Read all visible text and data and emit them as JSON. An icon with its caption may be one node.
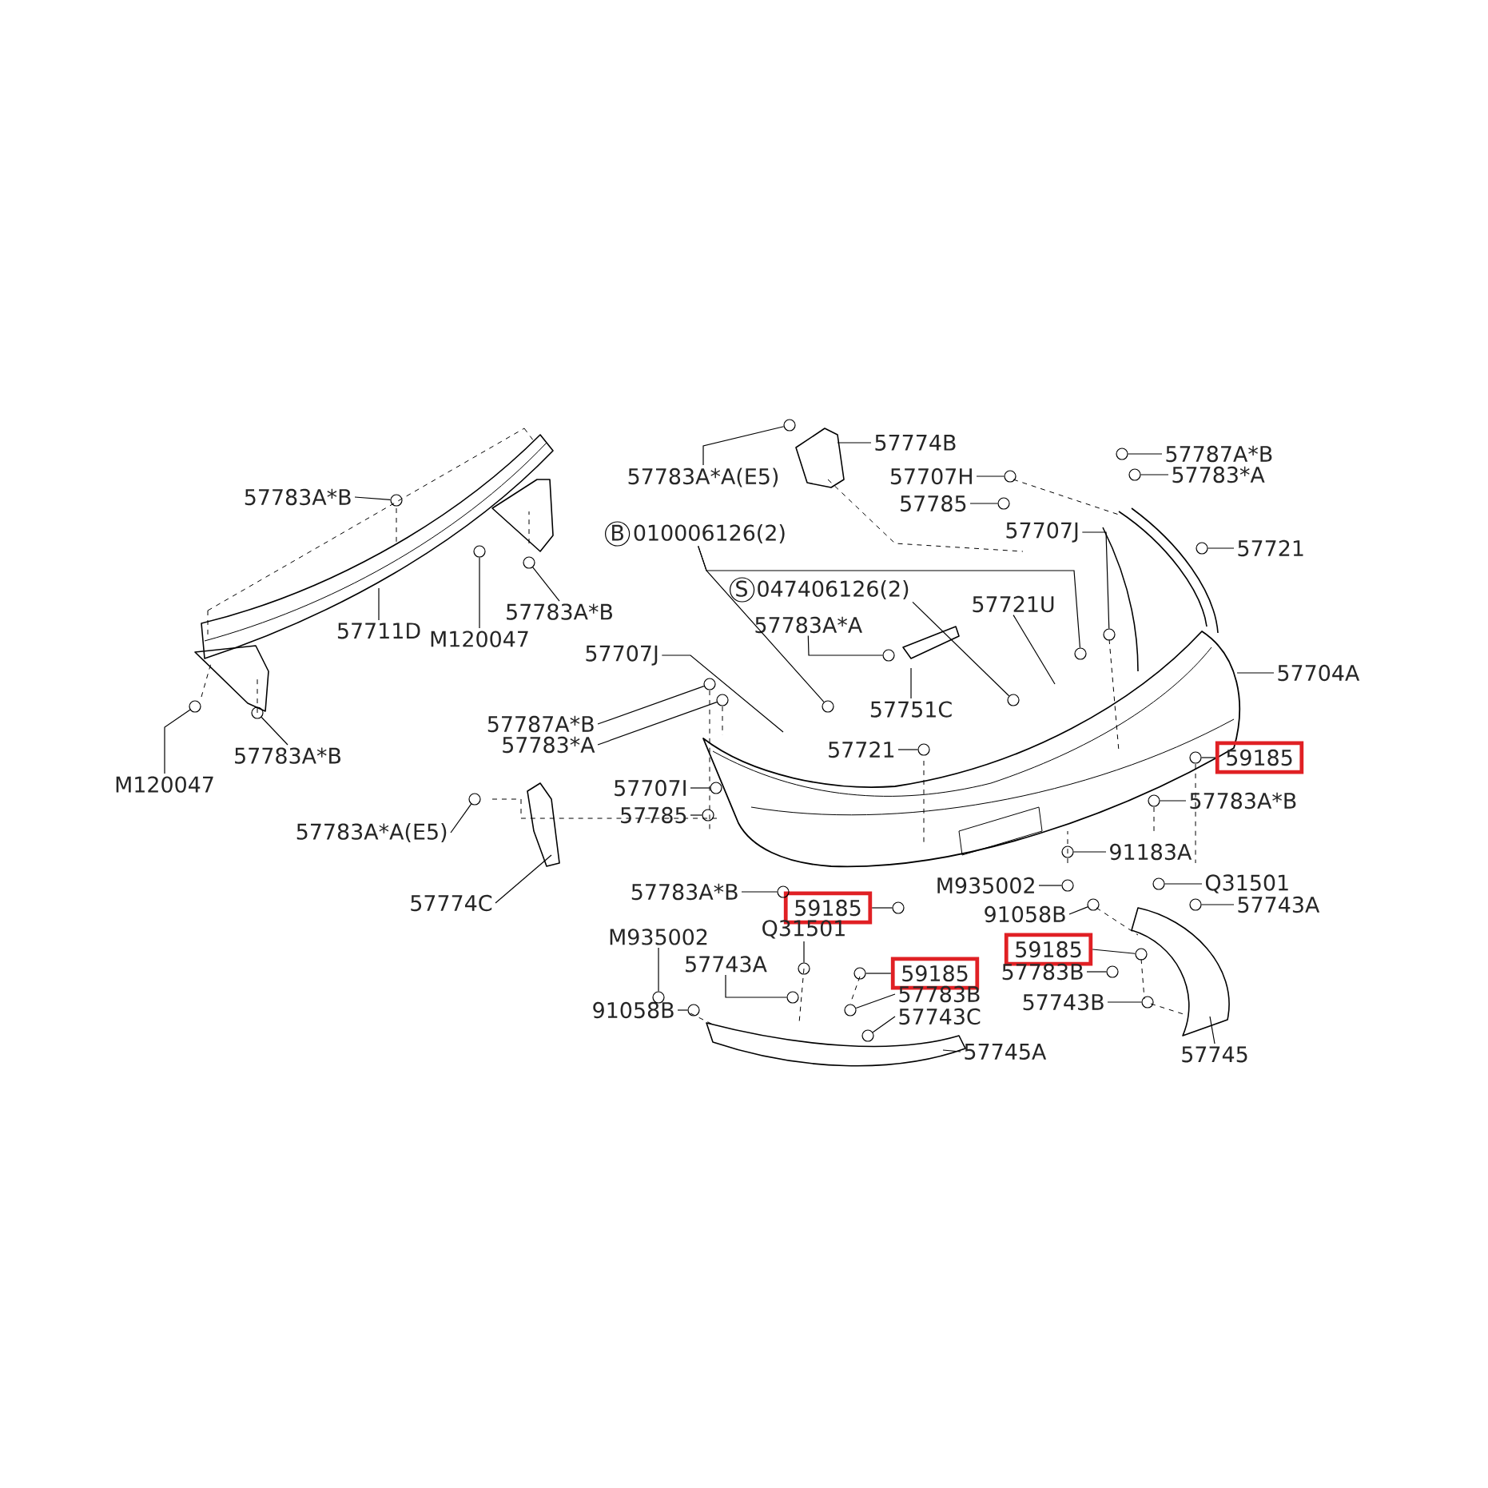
{
  "diagram": {
    "nodes": [
      {
        "text": [
          "57783A*B"
        ]
      },
      {
        "text": [
          "57711D"
        ]
      },
      {
        "text": [
          "M120047"
        ]
      },
      {
        "text": [
          "57783A*B"
        ]
      },
      {
        "text": [
          "M120047"
        ]
      },
      {
        "text": [
          "57783A*B"
        ]
      },
      {
        "text": [
          "57783A*A(E5)"
        ]
      },
      {
        "text": [
          "57774B"
        ]
      },
      {
        "text": [
          "57707H"
        ]
      },
      {
        "text": [
          "57785"
        ]
      },
      {
        "text": [
          "57787A*B"
        ]
      },
      {
        "text": [
          "57783*A"
        ]
      },
      {
        "text": [
          "B",
          "010006126(2)"
        ]
      },
      {
        "text": [
          "S",
          "047406126(2)"
        ]
      },
      {
        "text": [
          "57721U"
        ]
      },
      {
        "text": [
          "57783A*A"
        ]
      },
      {
        "text": [
          "57751C"
        ]
      },
      {
        "text": [
          "57721"
        ]
      },
      {
        "text": [
          "57704A"
        ]
      },
      {
        "text": [
          "57707J"
        ]
      },
      {
        "text": [
          "57707J"
        ]
      },
      {
        "text": [
          "57787A*B"
        ]
      },
      {
        "text": [
          "57783*A"
        ]
      },
      {
        "text": [
          "57721"
        ]
      },
      {
        "text": [
          "59185"
        ]
      },
      {
        "text": [
          "57783A*B"
        ]
      },
      {
        "text": [
          "57707I"
        ]
      },
      {
        "text": [
          "57785"
        ]
      },
      {
        "text": [
          "57783A*A(E5)"
        ]
      },
      {
        "text": [
          "57774C"
        ]
      },
      {
        "text": [
          "57783A*B"
        ]
      },
      {
        "text": [
          "59185"
        ]
      },
      {
        "text": [
          "91183A"
        ]
      },
      {
        "text": [
          "M935002"
        ]
      },
      {
        "text": [
          "Q31501"
        ]
      },
      {
        "text": [
          "91058B"
        ]
      },
      {
        "text": [
          "57743A"
        ]
      },
      {
        "text": [
          "59185"
        ]
      },
      {
        "text": [
          "57783B"
        ]
      },
      {
        "text": [
          "57743B"
        ]
      },
      {
        "text": [
          "57745"
        ]
      },
      {
        "text": [
          "M935002"
        ]
      },
      {
        "text": [
          "Q31501"
        ]
      },
      {
        "text": [
          "57743A"
        ]
      },
      {
        "text": [
          "91058B"
        ]
      },
      {
        "text": [
          "59185"
        ]
      },
      {
        "text": [
          "57783B"
        ]
      },
      {
        "text": [
          "57743C"
        ]
      },
      {
        "text": [
          "57745A"
        ]
      },
      {
        "text": [],
        "shape": "circle"
      },
      {
        "text": [],
        "shape": "circle"
      },
      {
        "text": [],
        "shape": "circle"
      },
      {
        "text": [],
        "shape": "circle"
      },
      {
        "text": [],
        "shape": "circle"
      },
      {
        "text": [],
        "shape": "circle"
      },
      {
        "text": [],
        "shape": "circle"
      },
      {
        "text": [],
        "shape": "circle"
      },
      {
        "text": [],
        "shape": "circle"
      },
      {
        "text": [],
        "shape": "circle"
      },
      {
        "text": [],
        "shape": "circle"
      },
      {
        "text": [],
        "shape": "circle"
      },
      {
        "text": [],
        "shape": "circle"
      },
      {
        "text": [],
        "shape": "circle"
      },
      {
        "text": [],
        "shape": "circle"
      },
      {
        "text": [],
        "shape": "circle"
      },
      {
        "text": [],
        "shape": "circle"
      },
      {
        "text": [],
        "shape": "circle"
      },
      {
        "text": [],
        "shape": "circle"
      },
      {
        "text": [],
        "shape": "circle"
      },
      {
        "text": [],
        "shape": "circle"
      },
      {
        "text": [],
        "shape": "circle"
      },
      {
        "text": [],
        "shape": "circle"
      },
      {
        "text": [],
        "shape": "circle"
      },
      {
        "text": [],
        "shape": "circle"
      },
      {
        "text": [],
        "shape": "circle"
      },
      {
        "text": [],
        "shape": "circle"
      },
      {
        "text": [],
        "shape": "circle"
      },
      {
        "text": [],
        "shape": "circle"
      },
      {
        "text": [],
        "shape": "circle"
      },
      {
        "text": [],
        "shape": "circle"
      },
      {
        "text": [],
        "shape": "circle"
      },
      {
        "text": [],
        "shape": "circle"
      },
      {
        "text": [],
        "shape": "circle"
      },
      {
        "text": [],
        "shape": "circle"
      },
      {
        "text": [],
        "shape": "circle"
      },
      {
        "text": [],
        "shape": "circle"
      },
      {
        "text": [],
        "shape": "circle"
      },
      {
        "text": [],
        "shape": "circle"
      },
      {
        "text": [],
        "shape": "circle"
      },
      {
        "text": [],
        "shape": "circle"
      }
    ],
    "edges": [
      {
        "from": 0,
        "to": 51,
        "arrow": "none"
      },
      {
        "from": 1,
        "to": null,
        "arrow": "none"
      },
      {
        "from": 2,
        "to": 53,
        "arrow": "none"
      },
      {
        "from": 3,
        "to": 54,
        "arrow": "none"
      },
      {
        "from": 4,
        "to": 49,
        "arrow": "none"
      },
      {
        "from": 5,
        "to": 50,
        "arrow": "none"
      },
      {
        "from": 6,
        "to": 62,
        "arrow": "none"
      },
      {
        "from": 7,
        "to": null,
        "arrow": "none"
      },
      {
        "from": 8,
        "to": 73,
        "arrow": "none"
      },
      {
        "from": 9,
        "to": 72,
        "arrow": "none"
      },
      {
        "from": 10,
        "to": 81,
        "arrow": "none"
      },
      {
        "from": 11,
        "to": 82,
        "arrow": "none"
      },
      {
        "from": 12,
        "to": 65,
        "arrow": "none"
      },
      {
        "from": 12,
        "to": 77,
        "arrow": "none"
      },
      {
        "from": 13,
        "to": 74,
        "arrow": "none"
      },
      {
        "from": 14,
        "to": null,
        "arrow": "none"
      },
      {
        "from": 15,
        "to": 69,
        "arrow": "none"
      },
      {
        "from": 16,
        "to": null,
        "arrow": "none"
      },
      {
        "from": 17,
        "to": 89,
        "arrow": "none"
      },
      {
        "from": 18,
        "to": null,
        "arrow": "none"
      },
      {
        "from": 19,
        "to": 79,
        "arrow": "none"
      },
      {
        "from": 20,
        "to": null,
        "arrow": "none"
      },
      {
        "from": 21,
        "to": 58,
        "arrow": "none"
      },
      {
        "from": 22,
        "to": 60,
        "arrow": "none"
      },
      {
        "from": 23,
        "to": 71,
        "arrow": "none"
      },
      {
        "from": 24,
        "to": 87,
        "arrow": "none"
      },
      {
        "from": 25,
        "to": 85,
        "arrow": "none"
      },
      {
        "from": 26,
        "to": 59,
        "arrow": "none"
      },
      {
        "from": 27,
        "to": 57,
        "arrow": "none"
      },
      {
        "from": 28,
        "to": 52,
        "arrow": "none"
      },
      {
        "from": 29,
        "to": null,
        "arrow": "none"
      },
      {
        "from": 30,
        "to": 61,
        "arrow": "none"
      },
      {
        "from": 31,
        "to": 70,
        "arrow": "none"
      },
      {
        "from": 32,
        "to": 75,
        "arrow": "none"
      },
      {
        "from": 33,
        "to": 76,
        "arrow": "none"
      },
      {
        "from": 34,
        "to": 86,
        "arrow": "none"
      },
      {
        "from": 35,
        "to": 78,
        "arrow": "none"
      },
      {
        "from": 36,
        "to": 88,
        "arrow": "none"
      },
      {
        "from": 37,
        "to": 83,
        "arrow": "none"
      },
      {
        "from": 38,
        "to": 80,
        "arrow": "none"
      },
      {
        "from": 39,
        "to": 84,
        "arrow": "none"
      },
      {
        "from": 40,
        "to": null,
        "arrow": "none"
      },
      {
        "from": 41,
        "to": 55,
        "arrow": "none"
      },
      {
        "from": 42,
        "to": 64,
        "arrow": "none"
      },
      {
        "from": 43,
        "to": 63,
        "arrow": "none"
      },
      {
        "from": 44,
        "to": 56,
        "arrow": "none"
      },
      {
        "from": 45,
        "to": 67,
        "arrow": "none"
      },
      {
        "from": 46,
        "to": 66,
        "arrow": "none"
      },
      {
        "from": 47,
        "to": 68,
        "arrow": "none"
      },
      {
        "from": 48,
        "to": null,
        "arrow": "none"
      }
    ]
  }
}
